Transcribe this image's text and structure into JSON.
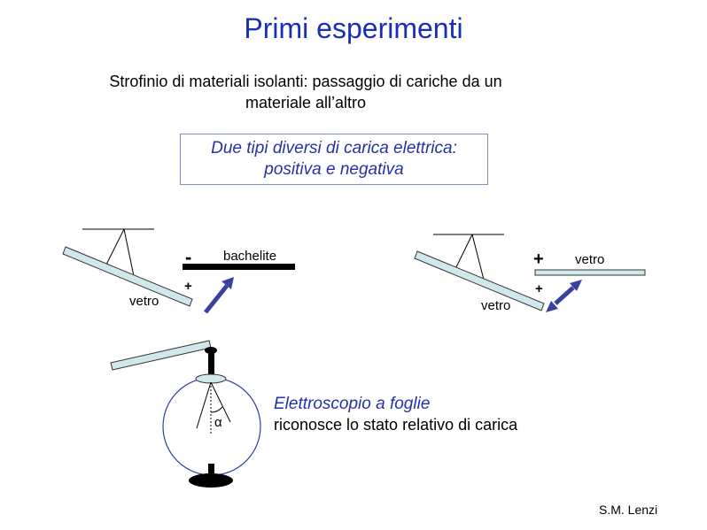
{
  "slide": {
    "title": "Primi esperimenti",
    "subtitle_line1": "Strofinio di materiali isolanti:  passaggio di cariche da un",
    "subtitle_line2": "materiale all’altro",
    "box_line1": "Due tipi diversi di carica elettrica:",
    "box_line2": "positiva e negativa",
    "author": "S.M. Lenzi"
  },
  "left_experiment": {
    "rod_label": "vetro",
    "rod_charge": "+",
    "other_label": "bachelite",
    "other_charge": "-"
  },
  "right_experiment": {
    "rod_label": "vetro",
    "rod_charge": "+",
    "other_label": "vetro",
    "other_charge": "+"
  },
  "electroscope": {
    "title": "Elettroscopio a foglie",
    "description": "riconosce lo stato relativo di carica",
    "angle_symbol": "α"
  },
  "colors": {
    "title": "#1a2fb8",
    "accent_text": "#2531a6",
    "rod_fill": "#cfe8ec",
    "arrow_fill": "#3a3fa0"
  }
}
